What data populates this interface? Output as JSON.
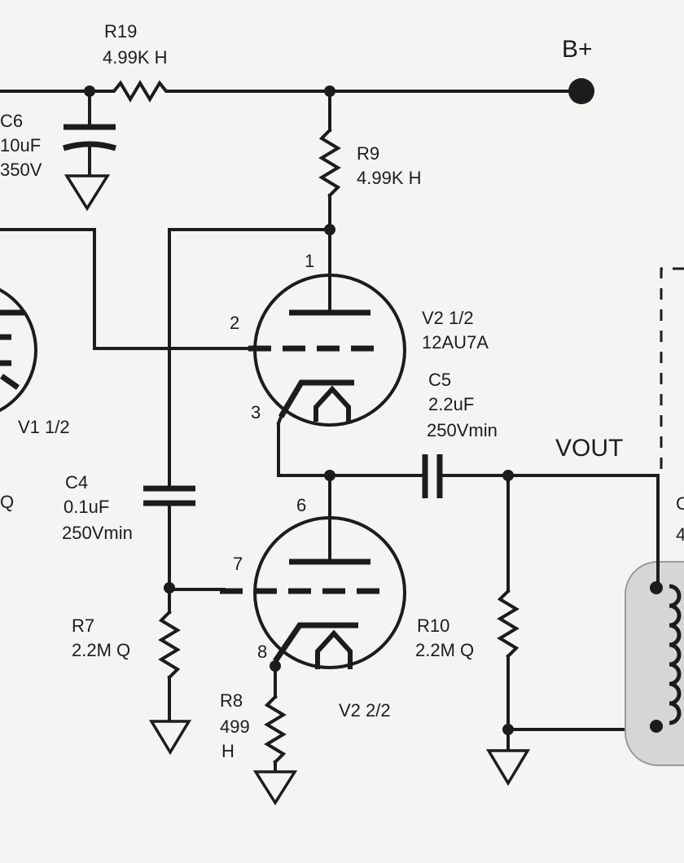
{
  "supply": {
    "label": "B+"
  },
  "components": {
    "r19": {
      "ref": "R19",
      "value": "4.99K H"
    },
    "c6": {
      "ref": "C6",
      "value": "10uF",
      "rating": "350V"
    },
    "r9": {
      "ref": "R9",
      "value": "4.99K H"
    },
    "v2a": {
      "ref": "V2 1/2",
      "type": "12AU7A",
      "pin_plate": "1",
      "pin_grid": "2",
      "pin_cathode": "3"
    },
    "v1": {
      "ref": "V1 1/2",
      "partial": "Q"
    },
    "c5": {
      "ref": "C5",
      "value": "2.2uF",
      "rating": "250Vmin"
    },
    "c4": {
      "ref": "C4",
      "value": "0.1uF",
      "rating": "250Vmin"
    },
    "v2b": {
      "ref": "V2 2/2",
      "pin_plate": "6",
      "pin_grid": "7",
      "pin_cathode": "8"
    },
    "r7": {
      "ref": "R7",
      "value": "2.2M Q"
    },
    "r10": {
      "ref": "R10",
      "value": "2.2M Q"
    },
    "r8": {
      "ref": "R8",
      "value": "499",
      "value2": "H"
    }
  },
  "output": {
    "label": "VOUT"
  },
  "edge_fragments": {
    "right_a": "C",
    "right_b": "4"
  },
  "colors": {
    "ink": "#1c1c1c",
    "paper": "#f4f4f2",
    "transformer": "#d6d6d4"
  }
}
